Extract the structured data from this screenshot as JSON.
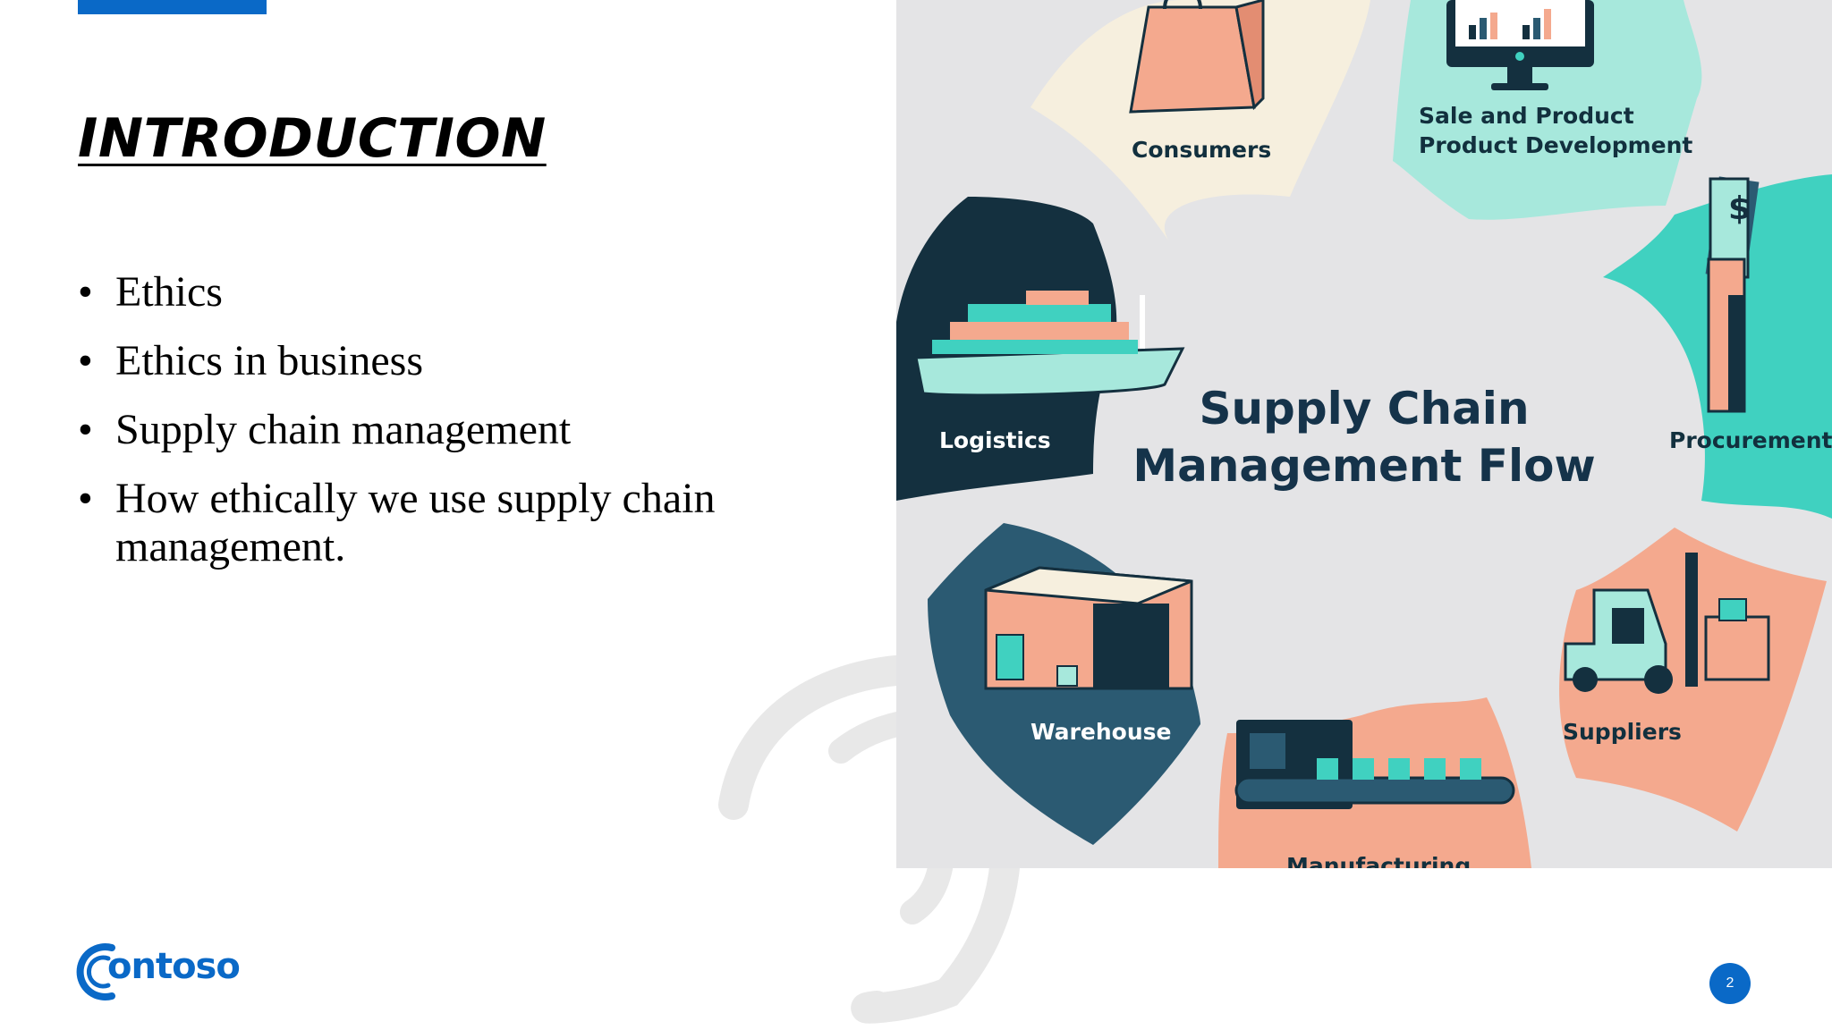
{
  "slide": {
    "title": "INTRODUCTION",
    "bullet_symbol": "•",
    "bullets": [
      "Ethics",
      "Ethics in business",
      "Supply chain management",
      "How ethically we use supply chain management."
    ],
    "page_number": "2"
  },
  "figure": {
    "center_title_line1": "Supply Chain",
    "center_title_line2": "Management Flow",
    "labels": {
      "consumers": "Consumers",
      "sales_line1": "Sale and Product",
      "sales_line2": "Product Development",
      "procurement": "Procurement",
      "suppliers": "Suppliers",
      "manufacturing": "Manufacturing",
      "warehouse": "Warehouse",
      "logistics": "Logistics",
      "dollar_sign": "$"
    }
  },
  "logo": {
    "text": "ontoso"
  },
  "colors": {
    "accent": "#0a69c7",
    "figure_bg": "#e4e4e6",
    "cream": "#f6efde",
    "mint": "#a7e8dc",
    "teal": "#40d1c0",
    "salmon": "#f4a98e",
    "navy": "#14303f",
    "slate": "#2b5a72"
  }
}
